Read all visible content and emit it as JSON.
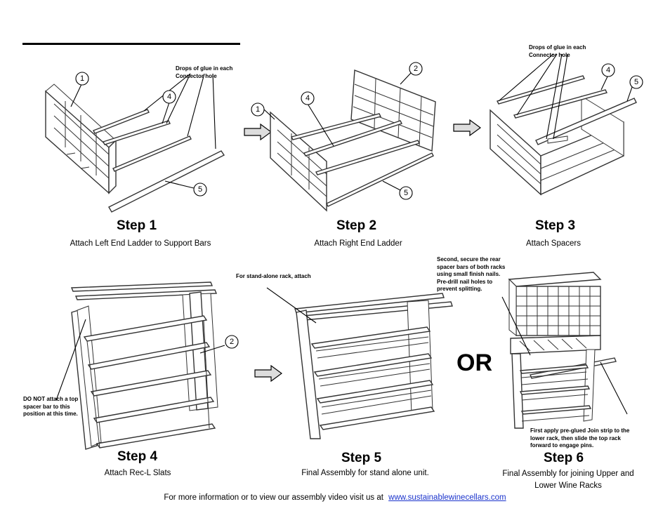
{
  "steps": [
    {
      "title": "Step 1",
      "desc": "Attach Left End Ladder to Support Bars"
    },
    {
      "title": "Step 2",
      "desc": "Attach Right End Ladder"
    },
    {
      "title": "Step 3",
      "desc": "Attach Spacers"
    },
    {
      "title": "Step 4",
      "desc": "Attach Rec-L Slats"
    },
    {
      "title": "Step 5",
      "desc": "Final Assembly for stand alone unit."
    },
    {
      "title": "Step 6",
      "desc": "Final Assembly for joining Upper and Lower Wine Racks"
    }
  ],
  "notes": {
    "glue_step1": "Drops of glue in each Connector hole",
    "glue_step3": "Drops of glue in each Connector hole",
    "step4_warning": "DO NOT attach a top spacer bar to this position at this time.",
    "step5_label": "For stand-alone rack, attach",
    "step6_rear": "Second, secure the rear spacer bars of both racks using small finish nails. Pre-drill nail holes to prevent splitting.",
    "step6_join": "First apply pre-glued Join strip to the lower rack, then slide the top rack forward to engage pins."
  },
  "callouts": {
    "c1": "1",
    "c2": "2",
    "c4": "4",
    "c5": "5"
  },
  "or_label": "OR",
  "footer": {
    "text": "For more information or to view our assembly video visit us at",
    "link": "www.sustainablewinecellars.com"
  }
}
